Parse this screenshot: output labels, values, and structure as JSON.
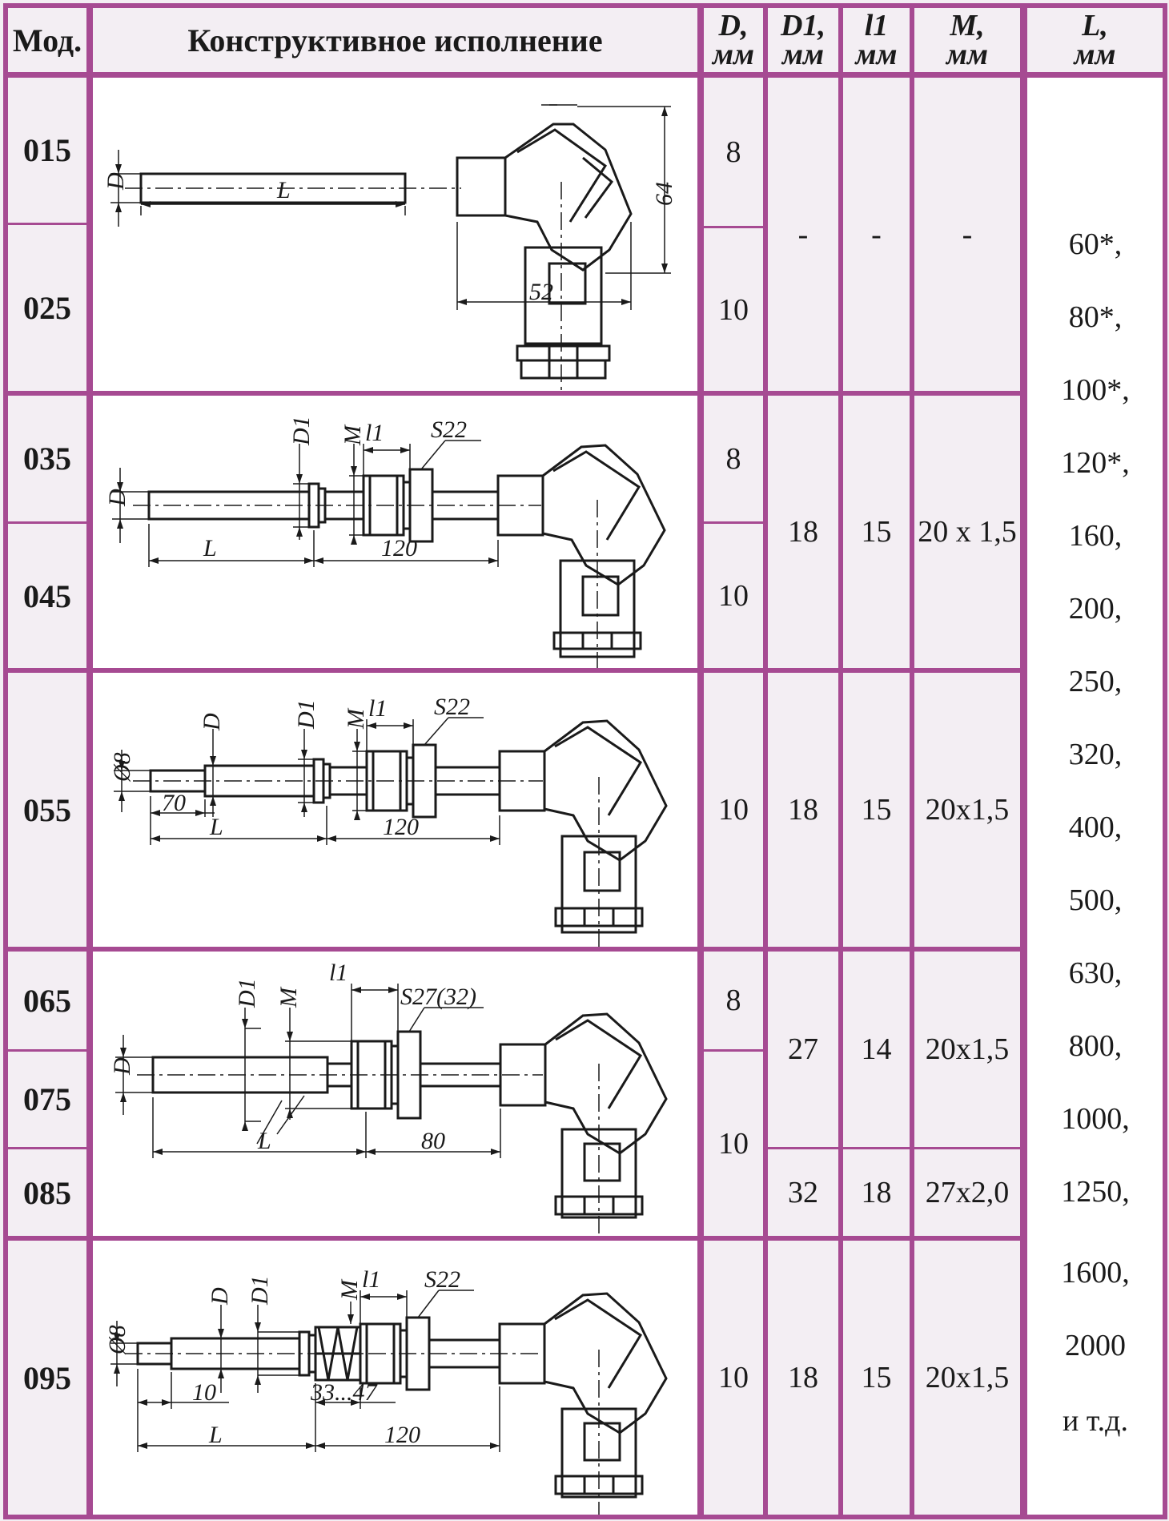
{
  "header": {
    "mod": "Мод.",
    "design": "Конструктивное исполнение",
    "d_name": "D,",
    "d_unit": "мм",
    "d1_name": "D1,",
    "d1_unit": "мм",
    "l1_name": "l1",
    "l1_unit": "мм",
    "m_name": "M,",
    "m_unit": "мм",
    "L_name": "L,",
    "L_unit": "мм"
  },
  "models": {
    "m015": "015",
    "m025": "025",
    "m035": "035",
    "m045": "045",
    "m055": "055",
    "m065": "065",
    "m075": "075",
    "m085": "085",
    "m095": "095"
  },
  "values": {
    "g1_d_a": "8",
    "g1_d_b": "10",
    "g1_d1": "-",
    "g1_l1": "-",
    "g1_m": "-",
    "g2_d_a": "8",
    "g2_d_b": "10",
    "g2_d1": "18",
    "g2_l1": "15",
    "g2_m": "20 x 1,5",
    "g3_d": "10",
    "g3_d1": "18",
    "g3_l1": "15",
    "g3_m": "20x1,5",
    "g4_d_a": "8",
    "g4_d_b": "10",
    "g4_d1_a": "27",
    "g4_l1_a": "14",
    "g4_m_a": "20x1,5",
    "g4_d1_b": "32",
    "g4_l1_b": "18",
    "g4_m_b": "27x2,0",
    "g5_d": "10",
    "g5_d1": "18",
    "g5_l1": "15",
    "g5_m": "20x1,5"
  },
  "lengths": [
    "60*,",
    "80*,",
    "100*,",
    "120*,",
    "160,",
    "200,",
    "250,",
    "320,",
    "400,",
    "500,",
    "630,",
    "800,",
    "1000,",
    "1250,",
    "1600,",
    "2000",
    "и т.д."
  ],
  "drawing_labels": {
    "d": "D",
    "d1": "D1",
    "m": "M",
    "l1": "l1",
    "L": "L",
    "dim_64": "64",
    "dim_52": "52",
    "dim_120": "120",
    "dim_70": "70",
    "dim_80": "80",
    "dim_10": "10",
    "dim_3347": "33...47",
    "dia8": "Ø8",
    "s22": "S22",
    "s27": "S27(32)"
  }
}
